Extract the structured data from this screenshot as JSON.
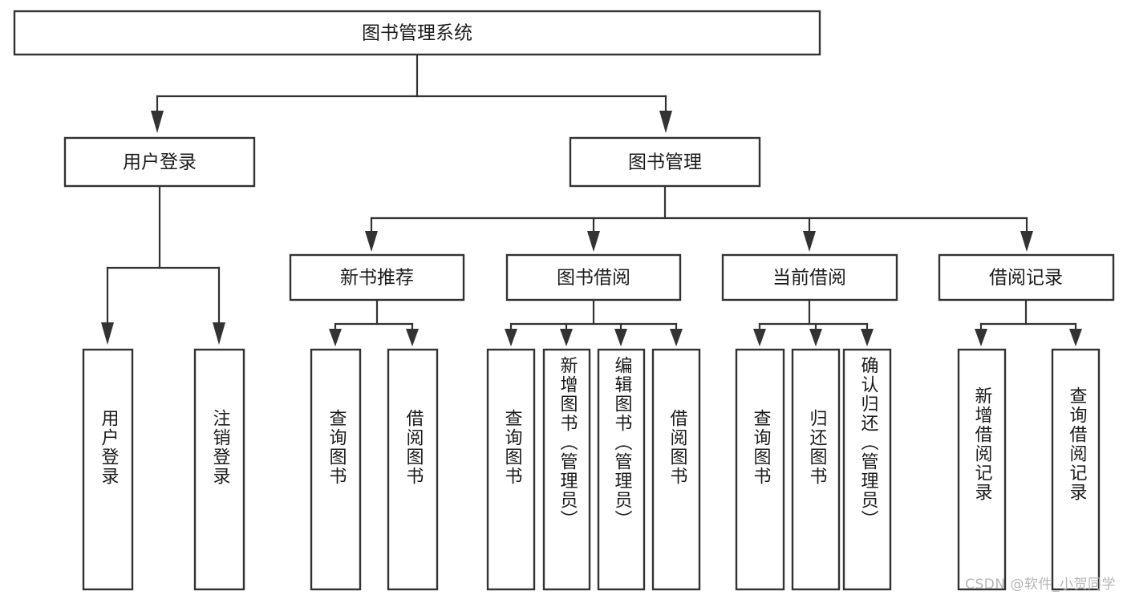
{
  "diagram": {
    "title": "图书管理系统",
    "type": "tree",
    "watermark": "CSDN @软件_小贺同学",
    "colors": {
      "box_stroke": "#333333",
      "box_fill": "#ffffff",
      "text": "#1b1b1b",
      "background": "#ffffff",
      "watermark": "#b6b6b6"
    },
    "levels": {
      "root": {
        "label": "图书管理系统"
      },
      "level2": [
        {
          "label": "用户登录"
        },
        {
          "label": "图书管理"
        }
      ],
      "level3": [
        {
          "label": "新书推荐"
        },
        {
          "label": "图书借阅"
        },
        {
          "label": "当前借阅"
        },
        {
          "label": "借阅记录"
        }
      ],
      "leaves": [
        {
          "label": "用户登录",
          "parent": "用户登录"
        },
        {
          "label": "注销登录",
          "parent": "用户登录"
        },
        {
          "label": "查询图书",
          "parent": "新书推荐"
        },
        {
          "label": "借阅图书",
          "parent": "新书推荐"
        },
        {
          "label": "查询图书",
          "parent": "图书借阅"
        },
        {
          "label": "新增图书（管理员）",
          "parent": "图书借阅"
        },
        {
          "label": "编辑图书（管理员）",
          "parent": "图书借阅"
        },
        {
          "label": "借阅图书",
          "parent": "图书借阅"
        },
        {
          "label": "查询图书",
          "parent": "当前借阅"
        },
        {
          "label": "归还图书",
          "parent": "当前借阅"
        },
        {
          "label": "确认归还（管理员）",
          "parent": "当前借阅"
        },
        {
          "label": "新增借阅记录",
          "parent": "借阅记录"
        },
        {
          "label": "查询借阅记录",
          "parent": "借阅记录"
        }
      ]
    }
  }
}
